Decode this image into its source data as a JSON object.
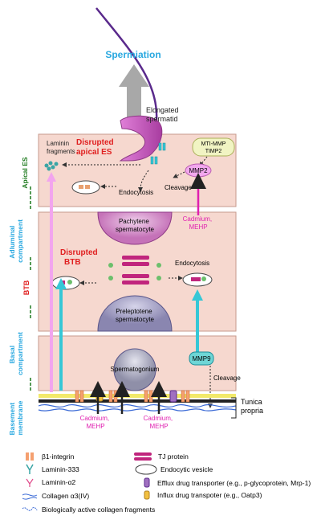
{
  "colors": {
    "cell_bg": "#f6d8cf",
    "cell_border": "#c79a8c",
    "cyan": "#36c7d6",
    "magenta": "#e020b0",
    "pink_arrow": "#f2a5ee",
    "red": "#e02020",
    "green": "#1e7a1e",
    "sky": "#29a8e0",
    "purple": "#a78bbf",
    "spermatid": "#d06fc5"
  },
  "labels": {
    "spermiation": "Spermiation",
    "elongated_spermatid": [
      "Elongated",
      "spermatid"
    ],
    "laminin_fragments": [
      "Laminin",
      "fragments"
    ],
    "disrupted_apical_es": [
      "Disrupted",
      "apical ES"
    ],
    "mt1_mmp": "MTI-MMP",
    "timp2": "TIMP2",
    "mmp2": "MMP2",
    "endocytosis_top": "Endocytosis",
    "cleavage_top": "Cleavage",
    "cadmium_mehp_right": [
      "Cadmium,",
      "MEHP"
    ],
    "pachytene": [
      "Pachytene",
      "spermatocyte"
    ],
    "disrupted_btb": [
      "Disrupted",
      "BTB"
    ],
    "endocytosis_mid": "Endocytosis",
    "preleptotene": [
      "Preleptotene",
      "spermatocyte"
    ],
    "spermatogonium": "Spermatogonium",
    "mmp9": "MMP9",
    "cleavage_bottom": "Cleavage",
    "tunica_propria": [
      "Tunica",
      "propria"
    ],
    "cadmium_mehp_left": [
      "Cadmium,",
      "MEHP"
    ],
    "cadmium_mehp_mid": [
      "Cadmium,",
      "MEHP"
    ]
  },
  "side_labels": {
    "apical_es": "Apical ES",
    "adluminal": [
      "Adluminal",
      "compartment"
    ],
    "btb": "BTB",
    "basal": [
      "Basal",
      "compartment"
    ],
    "basement": [
      "Basement",
      "membrane"
    ]
  },
  "legend": {
    "b1_integrin": "β1-integrin",
    "tj_protein": "TJ protein",
    "laminin_333": "Laminin-333",
    "endocytic_vesicle": "Endocytic vesicle",
    "laminin_a2": "Laminin-α2",
    "efflux": "Efflux drug transporter (e.g., p-glycoprotein, Mrp-1)",
    "collagen": "Collagen α3(IV)",
    "influx": "Influx drug transpoter (e.g., Oatp3)",
    "collagen_frag": "Biologically active collagen fragments"
  }
}
